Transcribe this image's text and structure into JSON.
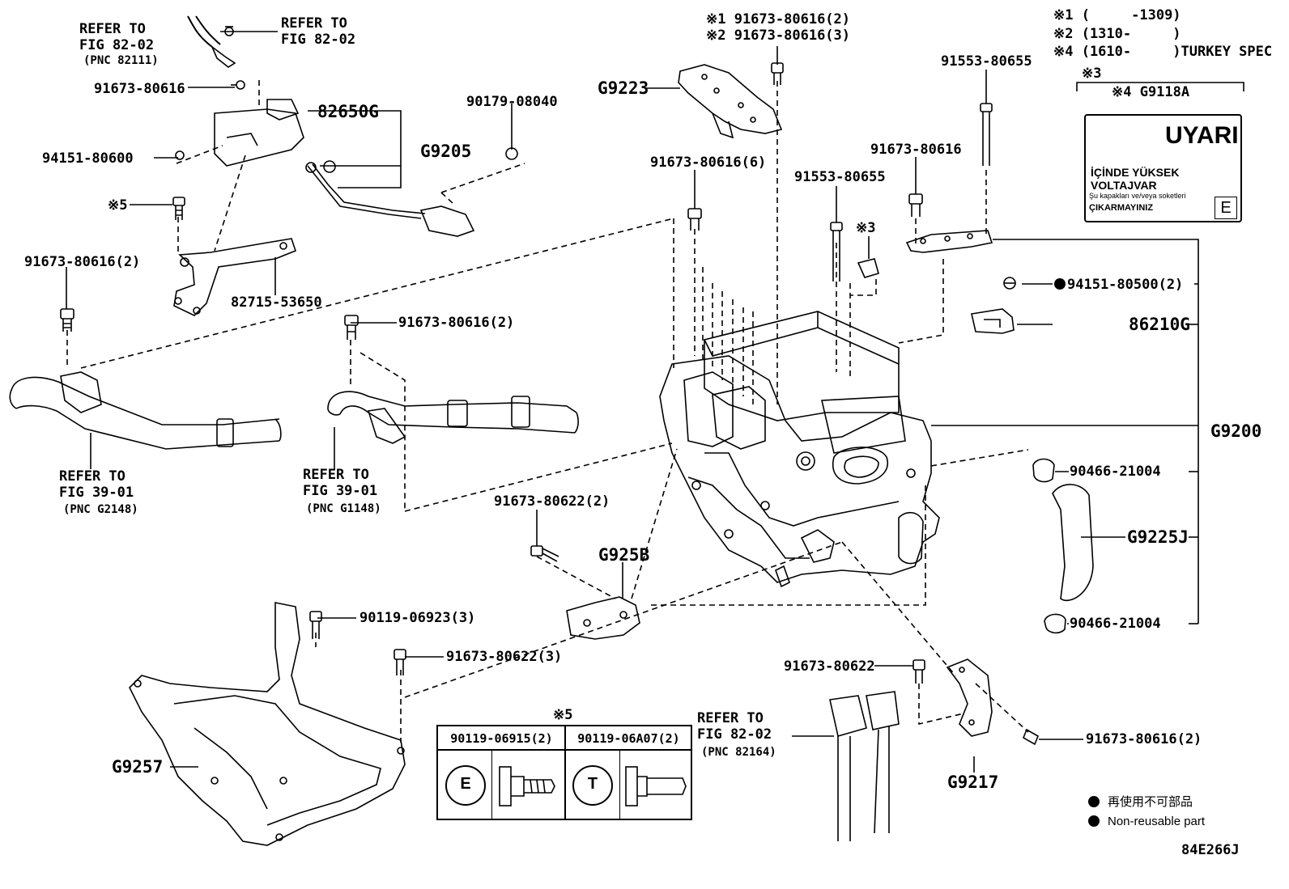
{
  "part_labels": {
    "refer_82_02_a": "REFER TO\nFIG 82-02",
    "pnc_82111": "(PNC 82111)",
    "refer_82_02_b": "REFER TO\nFIG 82-02",
    "p_91673_80616_top": "91673-80616",
    "p_82650G": "82650G",
    "p_94151_80600": "94151-80600",
    "p_G9205": "G9205",
    "p_90179_08040": "90179-08040",
    "note5_left": "※5",
    "p_82715_53650": "82715-53650",
    "p_91673_80616_2_left": "91673-80616(2)",
    "p_91673_80616_2_mid": "91673-80616(2)",
    "refer_39_01_a": "REFER TO\nFIG 39-01",
    "pnc_G2148": "(PNC G2148)",
    "refer_39_01_b": "REFER TO\nFIG 39-01",
    "pnc_G1148": "(PNC G1148)",
    "p_91673_80622_2": "91673-80622(2)",
    "p_G925B": "G925B",
    "p_90119_06923_3": "90119-06923(3)",
    "p_91673_80622_3": "91673-80622(3)",
    "p_G9257": "G9257",
    "note5_table": "※5",
    "refer_82_02_c": "REFER TO\nFIG 82-02",
    "pnc_82164": "(PNC 82164)",
    "p_91673_80622": "91673-80622",
    "p_G9217": "G9217",
    "p_91673_80616_2_br": "91673-80616(2)",
    "note1_top": "※1 91673-80616(2)",
    "note2_top": "※2 91673-80616(3)",
    "p_G9223": "G9223",
    "p_91673_80616_6": "91673-80616(6)",
    "p_91553_80655_a": "91553-80655",
    "note3_center": "※3",
    "p_91673_80616_right": "91673-80616",
    "p_91553_80655_b": "91553-80655",
    "p_94151_80500_2": "94151-80500(2)",
    "p_86210G": "86210G",
    "p_G9200": "G9200",
    "p_90466_21004_a": "90466-21004",
    "p_G9225J": "G9225J",
    "p_90466_21004_b": "90466-21004",
    "note3_label": "※3",
    "note4_label": "※4 G9118A",
    "code": "84E266J"
  },
  "notes": {
    "n1": "※1 (     -1309)",
    "n2": "※2 (1310-     )",
    "n4": "※4 (1610-     )TURKEY SPEC"
  },
  "warning_label": {
    "title": "UYARI",
    "line1": "İÇİNDE YÜKSEK VOLTAJVAR",
    "line2": "Şu kapakları ve/veya soketleri",
    "line3": "ÇIKARMAYINIZ",
    "code": "E"
  },
  "bolt_table": {
    "col1_part": "90119-06915(2)",
    "col2_part": "90119-06A07(2)",
    "col1_mark": "E",
    "col2_mark": "T"
  },
  "legend": {
    "jp": "再使用不可部品",
    "en": "Non-reusable part"
  }
}
